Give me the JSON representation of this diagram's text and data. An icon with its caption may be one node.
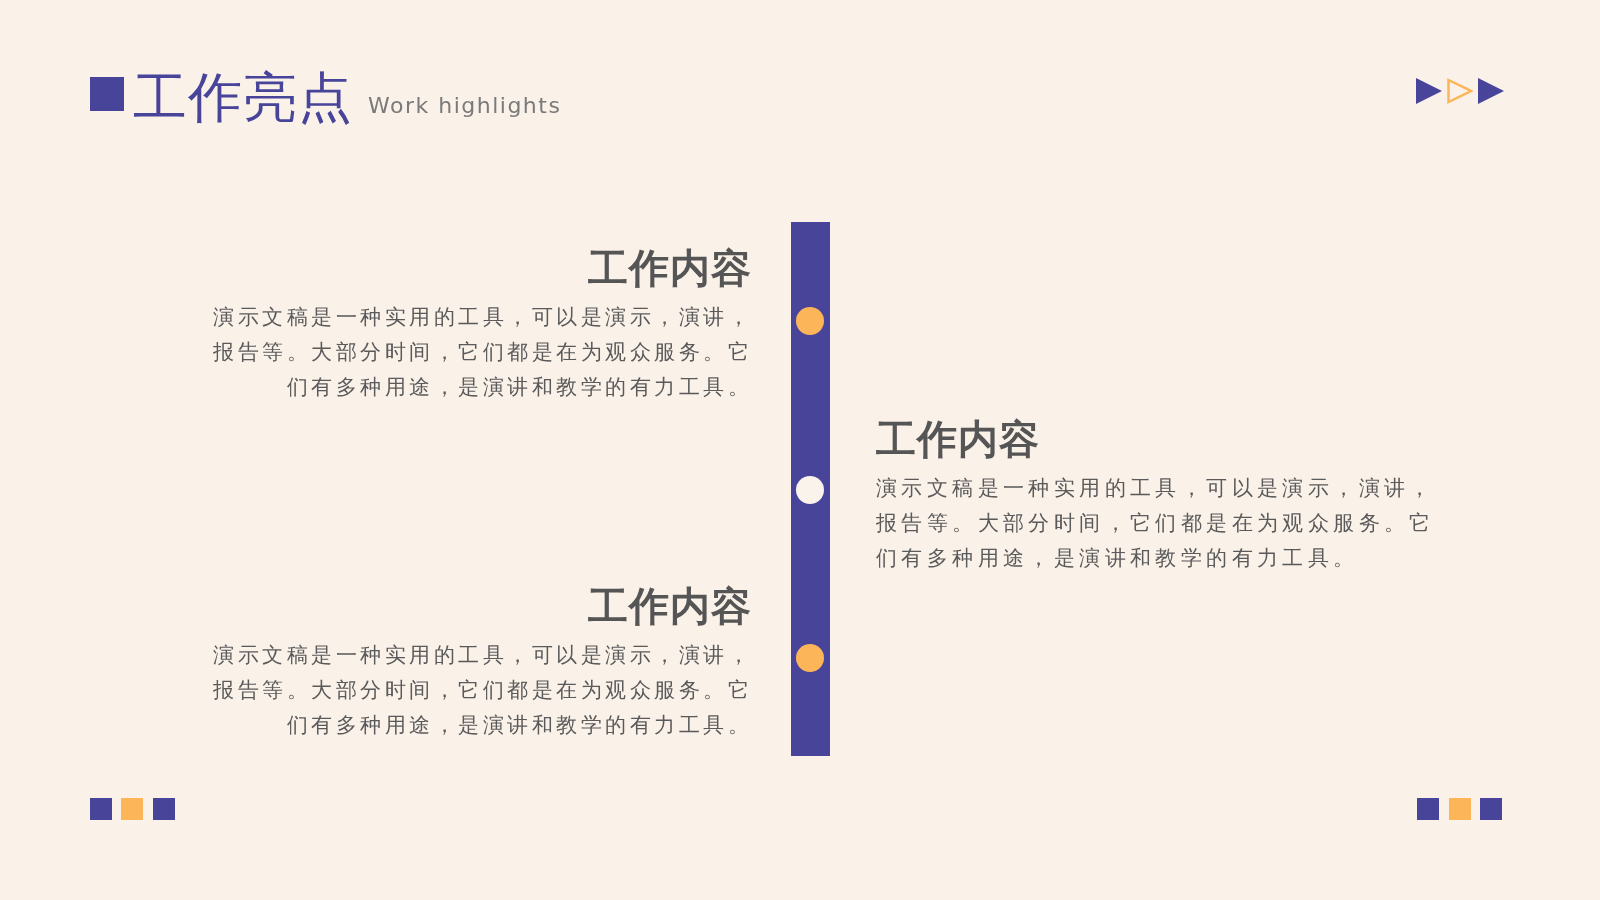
{
  "diagram": {
    "title": "工作亮点",
    "nodes": [
      {
        "text": [
          "工作内容",
          "演示文稿是一种实用的工具，可以是演示，演讲，报告等。大部分时间，它们都是在为观众服务。它们有多种用途，是演讲和教学的有力工具。"
        ]
      },
      {
        "text": [
          "工作内容",
          "演示文稿是一种实用的工具，可以是演示，演讲，报告等。大部分时间，它们都是在为观众服务。它们有多种用途，是演讲和教学的有力工具。"
        ]
      },
      {
        "text": [
          "工作内容",
          "演示文稿是一种实用的工具，可以是演示，演讲，报告等。大部分时间，它们都是在为观众服务。它们有多种用途，是演讲和教学的有力工具。"
        ]
      }
    ],
    "labels": [
      "Work highlights"
    ]
  }
}
